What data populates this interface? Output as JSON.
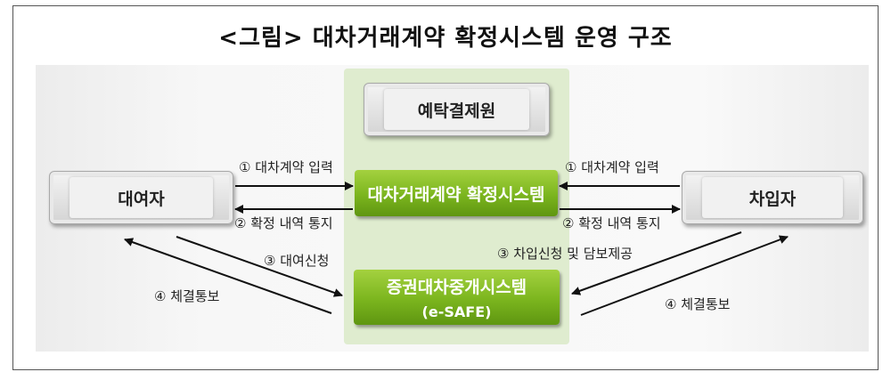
{
  "title": "<그림> 대차거래계약 확정시스템 운영 구조",
  "nodes": {
    "depository": "예탁결제원",
    "lender": "대여자",
    "borrower": "차입자",
    "confirm_system": "대차거래계약 확정시스템",
    "brokerage_system_line1": "증권대차중개시스템",
    "brokerage_system_line2": "(e-SAFE)"
  },
  "labels": {
    "left_input": "① 대차계약 입력",
    "left_notice": "② 확정 내역 통지",
    "right_input": "① 대차계약 입력",
    "right_notice": "② 확정 내역 통지",
    "lend_request": "③ 대여신청",
    "borrow_request": "③ 차입신청 및 담보제공",
    "left_settle": "④ 체결통보",
    "right_settle": "④ 체결통보"
  },
  "colors": {
    "green": "#7bb51e",
    "center_column": "#dfeccf",
    "arrow": "#111111"
  }
}
